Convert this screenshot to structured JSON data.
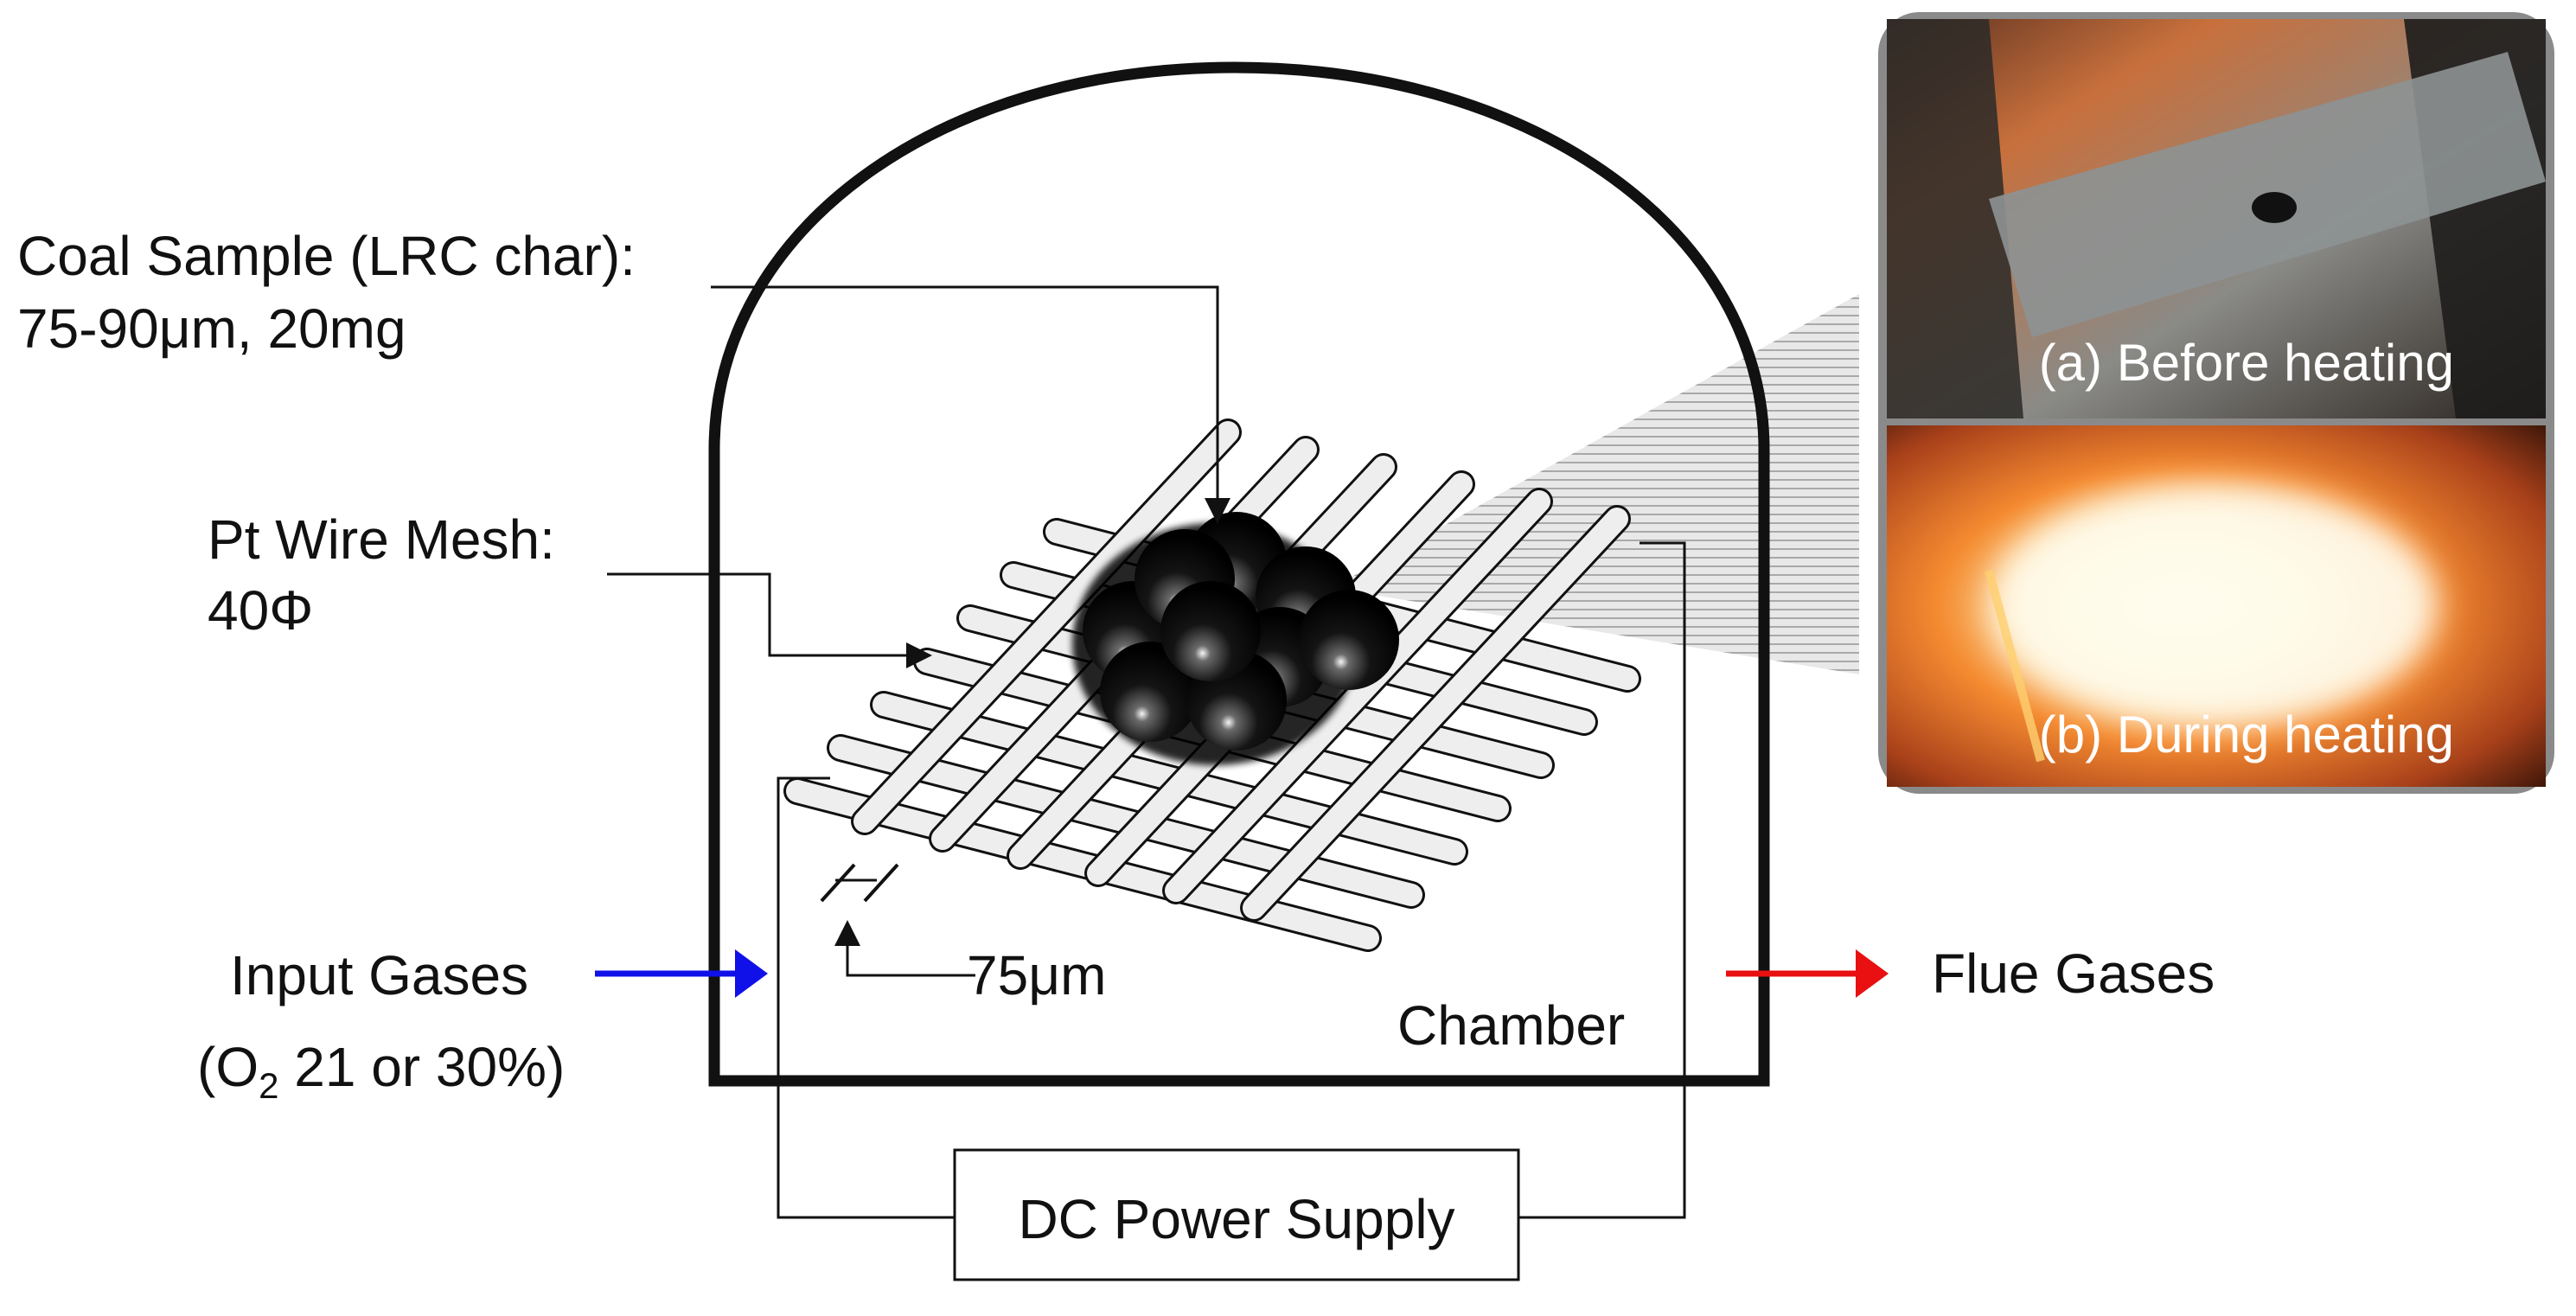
{
  "labels": {
    "coal_sample_line1": "Coal Sample (LRC char):",
    "coal_sample_line2": "75-90μm, 20mg",
    "mesh_line1": "Pt Wire Mesh:",
    "mesh_line2": "40Φ",
    "input_gases": "Input Gases",
    "input_gases_detail_prefix": "(O",
    "input_gases_detail_sub": "2",
    "input_gases_detail_suffix": " 21 or 30%)",
    "wire_gap": "75μm",
    "chamber": "Chamber",
    "flue_gases": "Flue Gases",
    "power_supply": "DC Power Supply",
    "photo_a": "(a) Before heating",
    "photo_b": "(b) During heating"
  },
  "colors": {
    "input_arrow": "#1010e8",
    "flue_arrow": "#e81010",
    "chamber_outline": "#111111",
    "wire_fill": "#eeeeee",
    "photo_frame": "#8a8a8a"
  },
  "icons": {
    "coal_particles": "coal-particle-cluster-icon",
    "wire_mesh": "wire-mesh-icon"
  }
}
